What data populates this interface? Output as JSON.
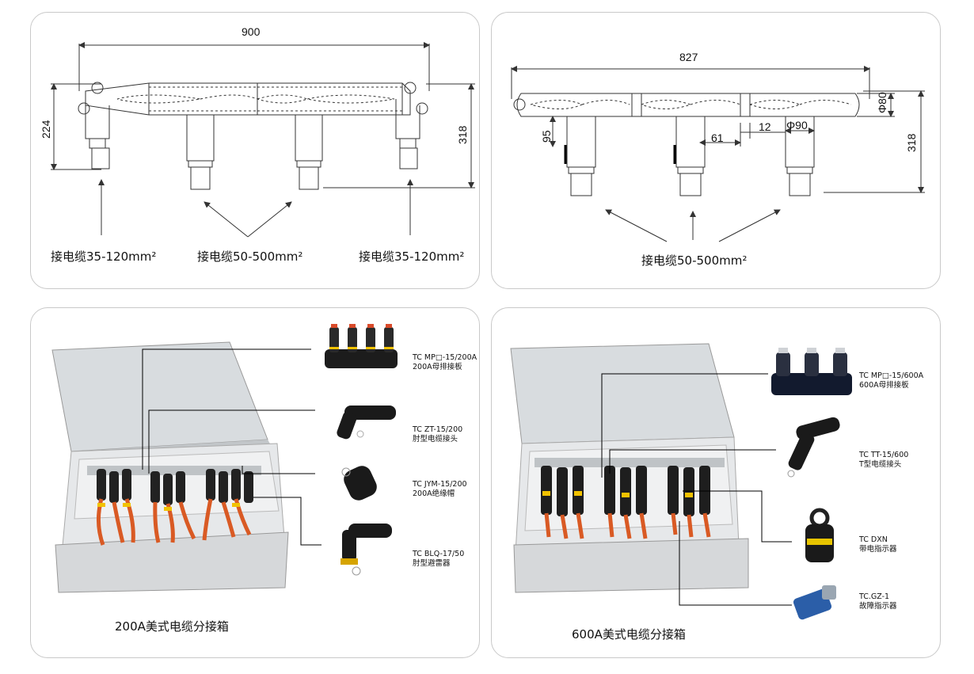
{
  "panel_tl": {
    "dim_width": "900",
    "dim_left_height": "224",
    "dim_right_height": "318",
    "label_left": "接电缆35-120mm²",
    "label_center": "接电缆50-500mm²",
    "label_right": "接电缆35-120mm²"
  },
  "panel_tr": {
    "dim_width": "827",
    "dim_phi80": "Φ80",
    "dim_95": "95",
    "dim_61": "61",
    "dim_12": "12",
    "dim_phi90": "Φ90",
    "dim_318": "318",
    "label_center": "接电缆50-500mm²"
  },
  "panel_bl": {
    "title": "200A美式电缆分接箱",
    "products": [
      {
        "code": "TC MP□-15/200A",
        "name": "200A母排接板"
      },
      {
        "code": "TC ZT-15/200",
        "name": "肘型电缆接头"
      },
      {
        "code": "TC JYM-15/200",
        "name": "200A绝缘帽"
      },
      {
        "code": "TC BLQ-17/50",
        "name": "肘型避雷器"
      }
    ]
  },
  "panel_br": {
    "title": "600A美式电缆分接箱",
    "products": [
      {
        "code": "TC MP□-15/600A",
        "name": "600A母排接板"
      },
      {
        "code": "TC TT-15/600",
        "name": "T型电缆接头"
      },
      {
        "code": "TC  DXN",
        "name": "带电指示器"
      },
      {
        "code": "TC.GZ-1",
        "name": "故障指示器"
      }
    ]
  }
}
